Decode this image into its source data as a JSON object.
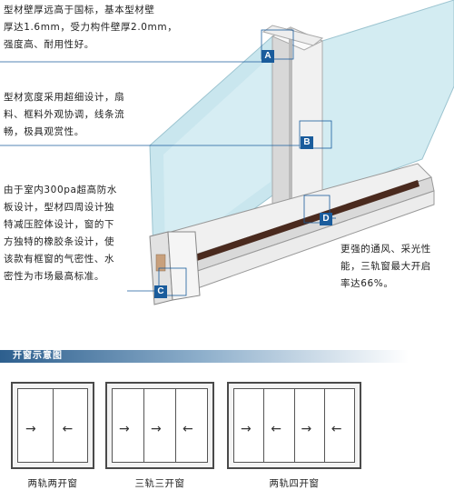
{
  "descriptions": {
    "a": "型材壁厚远高于国标，基本型材壁\n厚达1.6mm，受力构件壁厚2.0mm，\n强度高、耐用性好。",
    "b": "型材宽度采用超细设计，扇\n料、框料外观协调，线条流\n畅，极具观赏性。",
    "c": "由于室内300pa超高防水\n板设计，型材四周设计独\n特减压腔体设计，窗的下\n方独特的橡胶条设计，使\n该款有框窗的气密性、水\n密性为市场最高标准。",
    "d": "更强的通风、采光性\n能，三轨窗最大开启\n率达66%。"
  },
  "callouts": [
    "A",
    "B",
    "C",
    "D"
  ],
  "section": {
    "title": "开窗示意图"
  },
  "diagrams": [
    {
      "caption": "两轨两开窗",
      "arrows": [
        "→",
        "←"
      ]
    },
    {
      "caption": "三轨三开窗",
      "arrows": [
        "→",
        "→",
        "←"
      ]
    },
    {
      "caption": "两轨四开窗",
      "arrows": [
        "→",
        "←",
        "→",
        "←"
      ]
    }
  ],
  "colors": {
    "callout": "#1a5c9c",
    "glass": "#c9e6ee",
    "frame": "#e6e6e6",
    "seal": "#4a2a1e",
    "bar": "#2d5f8e"
  }
}
